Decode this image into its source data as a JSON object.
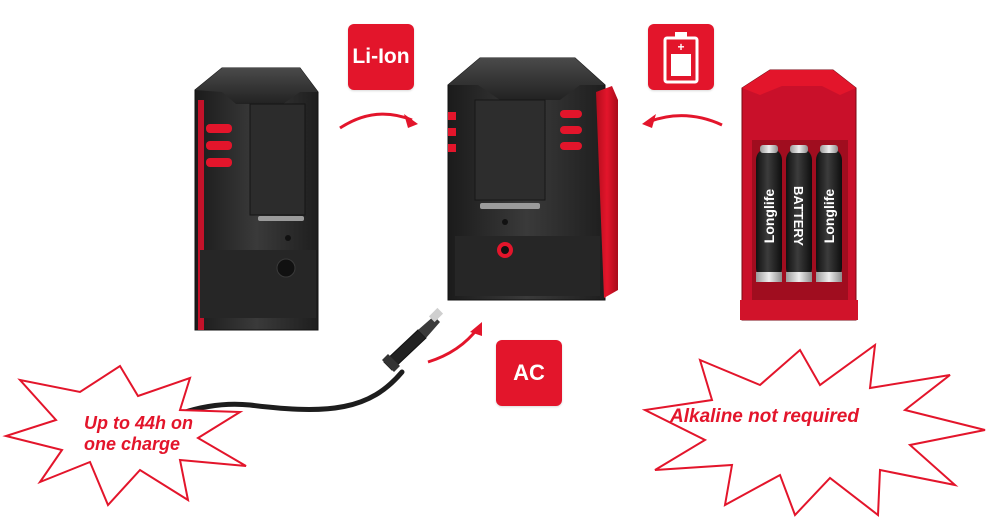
{
  "badges": {
    "liion": "Li-Ion",
    "ac": "AC",
    "battery_icon": "battery-icon"
  },
  "callouts": {
    "left_line1": "Up to 44h on",
    "left_line2": "one charge",
    "right": "Alkaline not required"
  },
  "battery_labels": [
    "Longlife",
    "BATTERY",
    "Longlife"
  ],
  "colors": {
    "brand_red": "#e3152b",
    "device_black": "#2a2a2a",
    "background": "#ffffff"
  }
}
